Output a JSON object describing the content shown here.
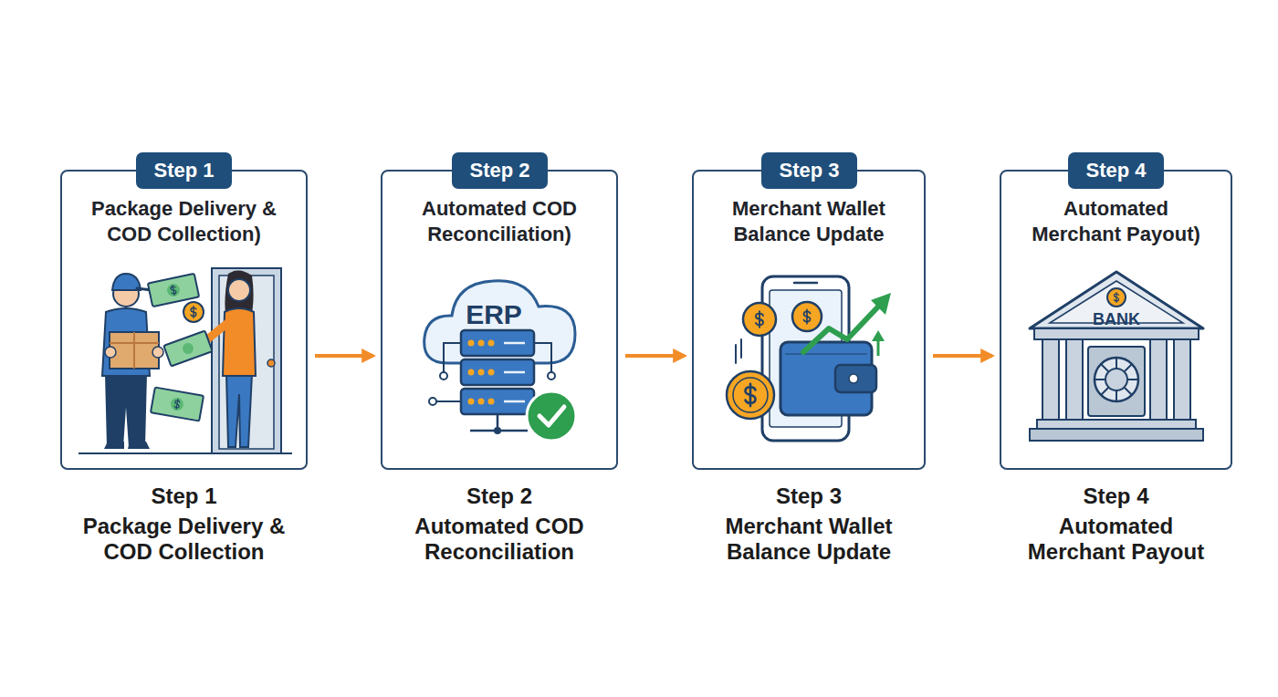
{
  "diagram": {
    "nodes": [
      {
        "text": [
          "Package Delivery & COD Collection)",
          "Step 1",
          "Package Delivery & COD Collection"
        ]
      },
      {
        "text": [
          "Step 1"
        ],
        "in": 0
      },
      {
        "text": [
          "Automated COD Reconciliation)",
          "Step 2",
          "Automated COD Reconciliation"
        ]
      },
      {
        "text": [
          "Step 2"
        ],
        "in": 2
      },
      {
        "text": [
          "Merchant Wallet Balance Update",
          "Step 3",
          "Merchant Wallet Balance Update"
        ]
      },
      {
        "text": [
          "Step 3"
        ],
        "in": 4
      },
      {
        "text": [
          "Automated Merchant Payout)",
          "Step 4",
          "Automated Merchant Payout"
        ]
      },
      {
        "text": [
          "Step 4"
        ],
        "in": 6
      }
    ],
    "edges": [
      {
        "from": 0,
        "to": 2,
        "arrow": "to"
      },
      {
        "from": 2,
        "to": 4,
        "arrow": "to"
      },
      {
        "from": 4,
        "to": 6,
        "arrow": "to"
      }
    ],
    "labels": [
      "ERP",
      "BANK"
    ]
  }
}
